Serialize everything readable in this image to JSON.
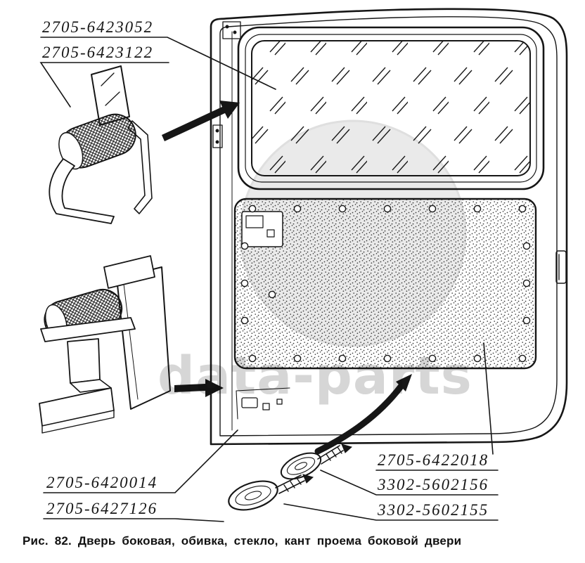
{
  "figure": {
    "caption": "Рис. 82. Дверь боковая, обивка, стекло, кант проема боковой двери",
    "watermark": "data-parts"
  },
  "labels": {
    "glass": "2705-6423052",
    "glass_run_seal": "2705-6423122",
    "door_lower_part": "2705-6420014",
    "opening_edge_trim": "2705-6427126",
    "trim_panel": "2705-6422018",
    "clip_small": "3302-5602156",
    "clip_large": "3302-5602155"
  },
  "colors": {
    "ink": "#161616",
    "watermark_gray": "#bdbdbd"
  }
}
